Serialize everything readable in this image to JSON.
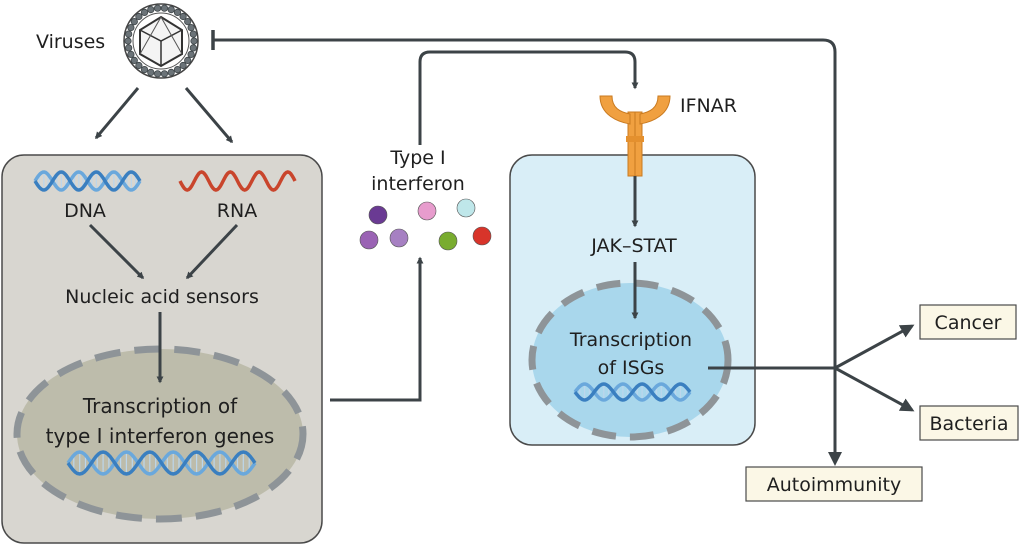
{
  "labels": {
    "viruses": "Viruses",
    "dna": "DNA",
    "rna": "RNA",
    "sensors": "Nucleic acid sensors",
    "transcription_ifn_line1": "Transcription of",
    "transcription_ifn_line2": "type I interferon genes",
    "type_i_line1": "Type I",
    "type_i_line2": "interferon",
    "ifnar": "IFNAR",
    "jak_stat": "JAK–STAT",
    "transcription_isg_line1": "Transcription",
    "transcription_isg_line2": "of ISGs",
    "cancer": "Cancer",
    "bacteria": "Bacteria",
    "autoimmunity": "Autoimmunity"
  },
  "colors": {
    "left_cell_fill": "#d8d6d0",
    "left_nucleus_fill": "#bdbcab",
    "right_cell_fill": "#d9eef7",
    "right_nucleus_fill": "#a9d7ec",
    "arrow": "#3c4347",
    "dna_blue": "#3a7fc0",
    "rna_red": "#c9452c",
    "receptor_orange": "#f0a040",
    "outcome_box_fill": "#fbf7e6"
  },
  "interferon_dots": [
    "#6a3a93",
    "#e79ccd",
    "#bfe7ea",
    "#9a63b4",
    "#a680c2",
    "#79ac2f",
    "#d8342a"
  ]
}
